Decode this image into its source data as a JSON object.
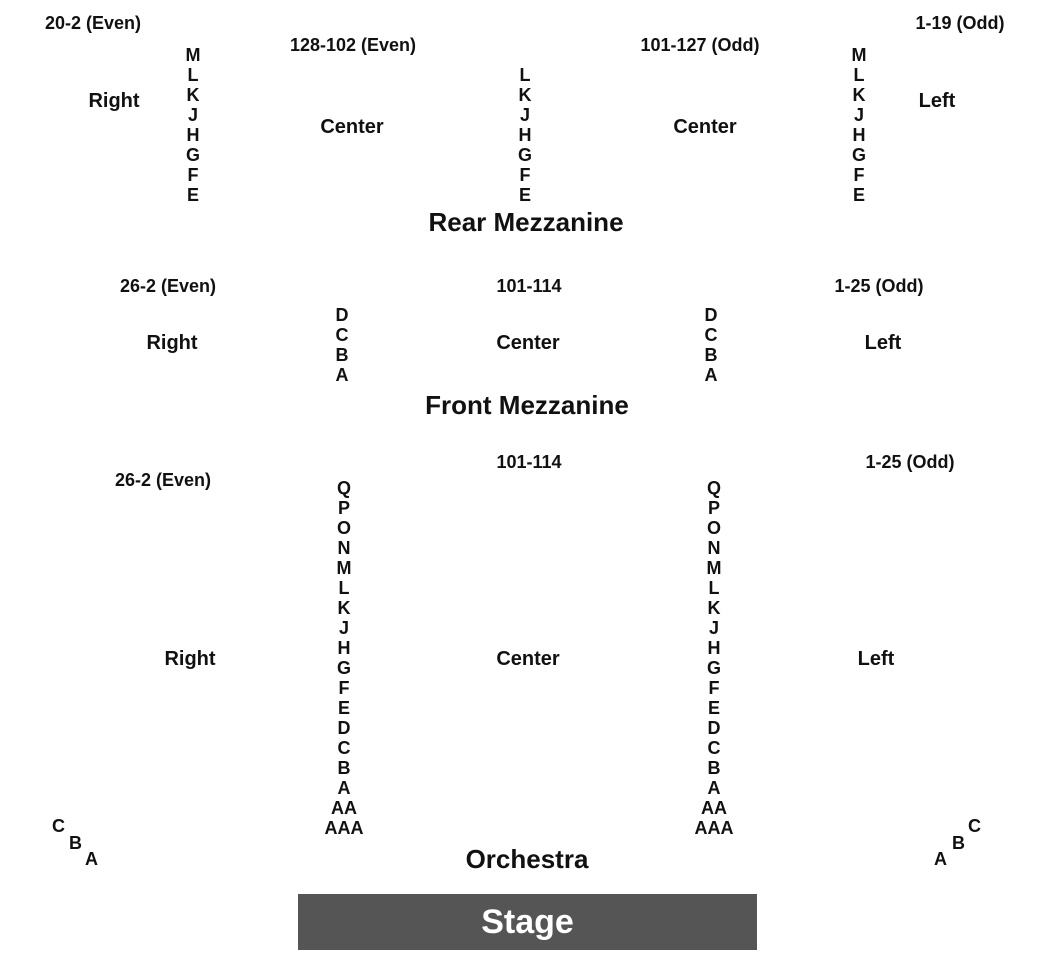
{
  "rear_mezzanine": {
    "title": "Rear Mezzanine",
    "range_right_outer": "20-2 (Even)",
    "range_center_right": "128-102 (Even)",
    "range_center_left": "101-127 (Odd)",
    "range_left_outer": "1-19 (Odd)",
    "area_right": "Right",
    "area_center_right": "Center",
    "area_center_left": "Center",
    "area_left": "Left",
    "rows_right": [
      "M",
      "L",
      "K",
      "J",
      "H",
      "G",
      "F",
      "E"
    ],
    "rows_middle": [
      "L",
      "K",
      "J",
      "H",
      "G",
      "F",
      "E"
    ],
    "rows_left": [
      "M",
      "L",
      "K",
      "J",
      "H",
      "G",
      "F",
      "E"
    ]
  },
  "front_mezzanine": {
    "title": "Front Mezzanine",
    "range_right": "26-2 (Even)",
    "range_center": "101-114",
    "range_left": "1-25 (Odd)",
    "area_right": "Right",
    "area_center": "Center",
    "area_left": "Left",
    "rows_right": [
      "D",
      "C",
      "B",
      "A"
    ],
    "rows_left": [
      "D",
      "C",
      "B",
      "A"
    ]
  },
  "orchestra": {
    "title": "Orchestra",
    "range_right": "26-2 (Even)",
    "range_center": "101-114",
    "range_left": "1-25 (Odd)",
    "area_right": "Right",
    "area_center": "Center",
    "area_left": "Left",
    "rows_right": [
      "Q",
      "P",
      "O",
      "N",
      "M",
      "L",
      "K",
      "J",
      "H",
      "G",
      "F",
      "E",
      "D",
      "C",
      "B",
      "A",
      "AA",
      "AAA"
    ],
    "rows_left": [
      "Q",
      "P",
      "O",
      "N",
      "M",
      "L",
      "K",
      "J",
      "H",
      "G",
      "F",
      "E",
      "D",
      "C",
      "B",
      "A",
      "AA",
      "AAA"
    ],
    "box_rows_right": [
      "C",
      "B",
      "A"
    ],
    "box_rows_left": [
      "A",
      "B",
      "C"
    ]
  },
  "stage": {
    "label": "Stage",
    "color": "#555555"
  }
}
